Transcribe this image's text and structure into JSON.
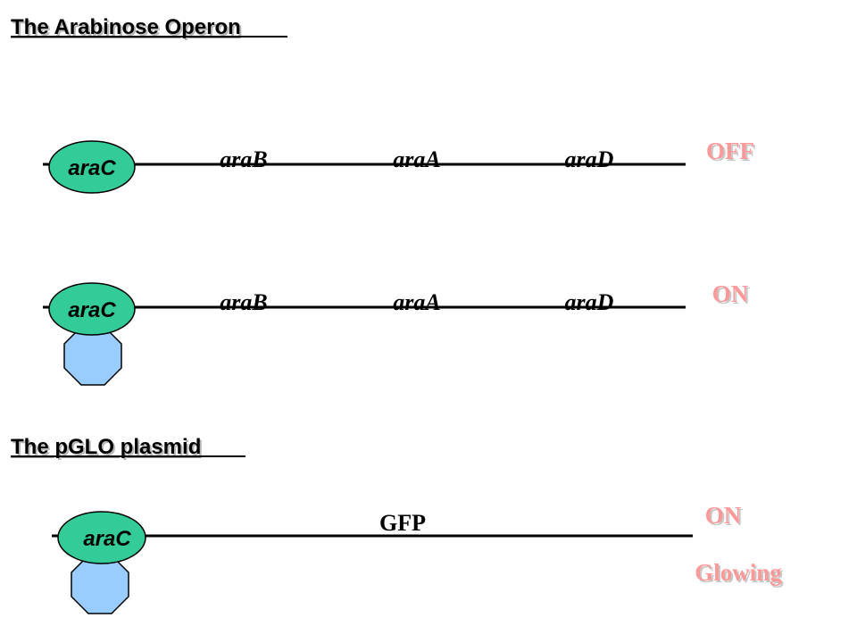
{
  "section1": {
    "title": "The Arabinose Operon",
    "off_row": {
      "regulator": "araC",
      "genes": [
        "araB",
        "araA",
        "araD"
      ],
      "status": "OFF"
    },
    "on_row": {
      "regulator": "araC",
      "genes": [
        "araB",
        "araA",
        "araD"
      ],
      "status": "ON"
    }
  },
  "section2": {
    "title": "The pGLO plasmid",
    "regulator": "araC",
    "gene": "GFP",
    "status": "ON",
    "status_detail": "Glowing"
  },
  "colors": {
    "protein": "#33cc99",
    "arabinose": "#99ccff",
    "status_text": "#ff9999",
    "dna_line": "#000000"
  }
}
